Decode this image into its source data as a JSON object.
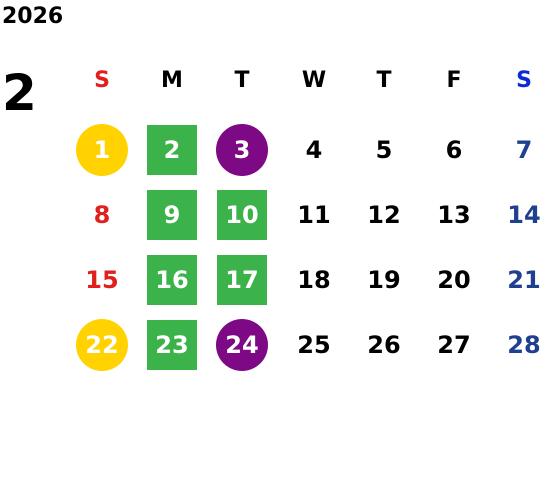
{
  "calendar": {
    "year": "2026",
    "month": "2",
    "weekdays": [
      {
        "label": "S",
        "color": "#e0201c"
      },
      {
        "label": "M",
        "color": "#000000"
      },
      {
        "label": "T",
        "color": "#000000"
      },
      {
        "label": "W",
        "color": "#000000"
      },
      {
        "label": "T",
        "color": "#000000"
      },
      {
        "label": "F",
        "color": "#000000"
      },
      {
        "label": "S",
        "color": "#0a2bd6"
      }
    ],
    "weeks": [
      [
        {
          "day": "1",
          "color": "#ffffff",
          "marker": "circle",
          "marker_color": "#ffd200"
        },
        {
          "day": "2",
          "color": "#ffffff",
          "marker": "square",
          "marker_color": "#3bb34a"
        },
        {
          "day": "3",
          "color": "#ffffff",
          "marker": "circle",
          "marker_color": "#7d0a84"
        },
        {
          "day": "4",
          "color": "#000000",
          "marker": "none"
        },
        {
          "day": "5",
          "color": "#000000",
          "marker": "none"
        },
        {
          "day": "6",
          "color": "#000000",
          "marker": "none"
        },
        {
          "day": "7",
          "color": "#1f3f8f",
          "marker": "none"
        }
      ],
      [
        {
          "day": "8",
          "color": "#e0201c",
          "marker": "none"
        },
        {
          "day": "9",
          "color": "#ffffff",
          "marker": "square",
          "marker_color": "#3bb34a"
        },
        {
          "day": "10",
          "color": "#ffffff",
          "marker": "square",
          "marker_color": "#3bb34a"
        },
        {
          "day": "11",
          "color": "#000000",
          "marker": "none"
        },
        {
          "day": "12",
          "color": "#000000",
          "marker": "none"
        },
        {
          "day": "13",
          "color": "#000000",
          "marker": "none"
        },
        {
          "day": "14",
          "color": "#1f3f8f",
          "marker": "none"
        }
      ],
      [
        {
          "day": "15",
          "color": "#e0201c",
          "marker": "none"
        },
        {
          "day": "16",
          "color": "#ffffff",
          "marker": "square",
          "marker_color": "#3bb34a"
        },
        {
          "day": "17",
          "color": "#ffffff",
          "marker": "square",
          "marker_color": "#3bb34a"
        },
        {
          "day": "18",
          "color": "#000000",
          "marker": "none"
        },
        {
          "day": "19",
          "color": "#000000",
          "marker": "none"
        },
        {
          "day": "20",
          "color": "#000000",
          "marker": "none"
        },
        {
          "day": "21",
          "color": "#1f3f8f",
          "marker": "none"
        }
      ],
      [
        {
          "day": "22",
          "color": "#ffffff",
          "marker": "circle",
          "marker_color": "#ffd200"
        },
        {
          "day": "23",
          "color": "#ffffff",
          "marker": "square",
          "marker_color": "#3bb34a"
        },
        {
          "day": "24",
          "color": "#ffffff",
          "marker": "circle",
          "marker_color": "#7d0a84"
        },
        {
          "day": "25",
          "color": "#000000",
          "marker": "none"
        },
        {
          "day": "26",
          "color": "#000000",
          "marker": "none"
        },
        {
          "day": "27",
          "color": "#000000",
          "marker": "none"
        },
        {
          "day": "28",
          "color": "#1f3f8f",
          "marker": "none"
        }
      ]
    ]
  }
}
